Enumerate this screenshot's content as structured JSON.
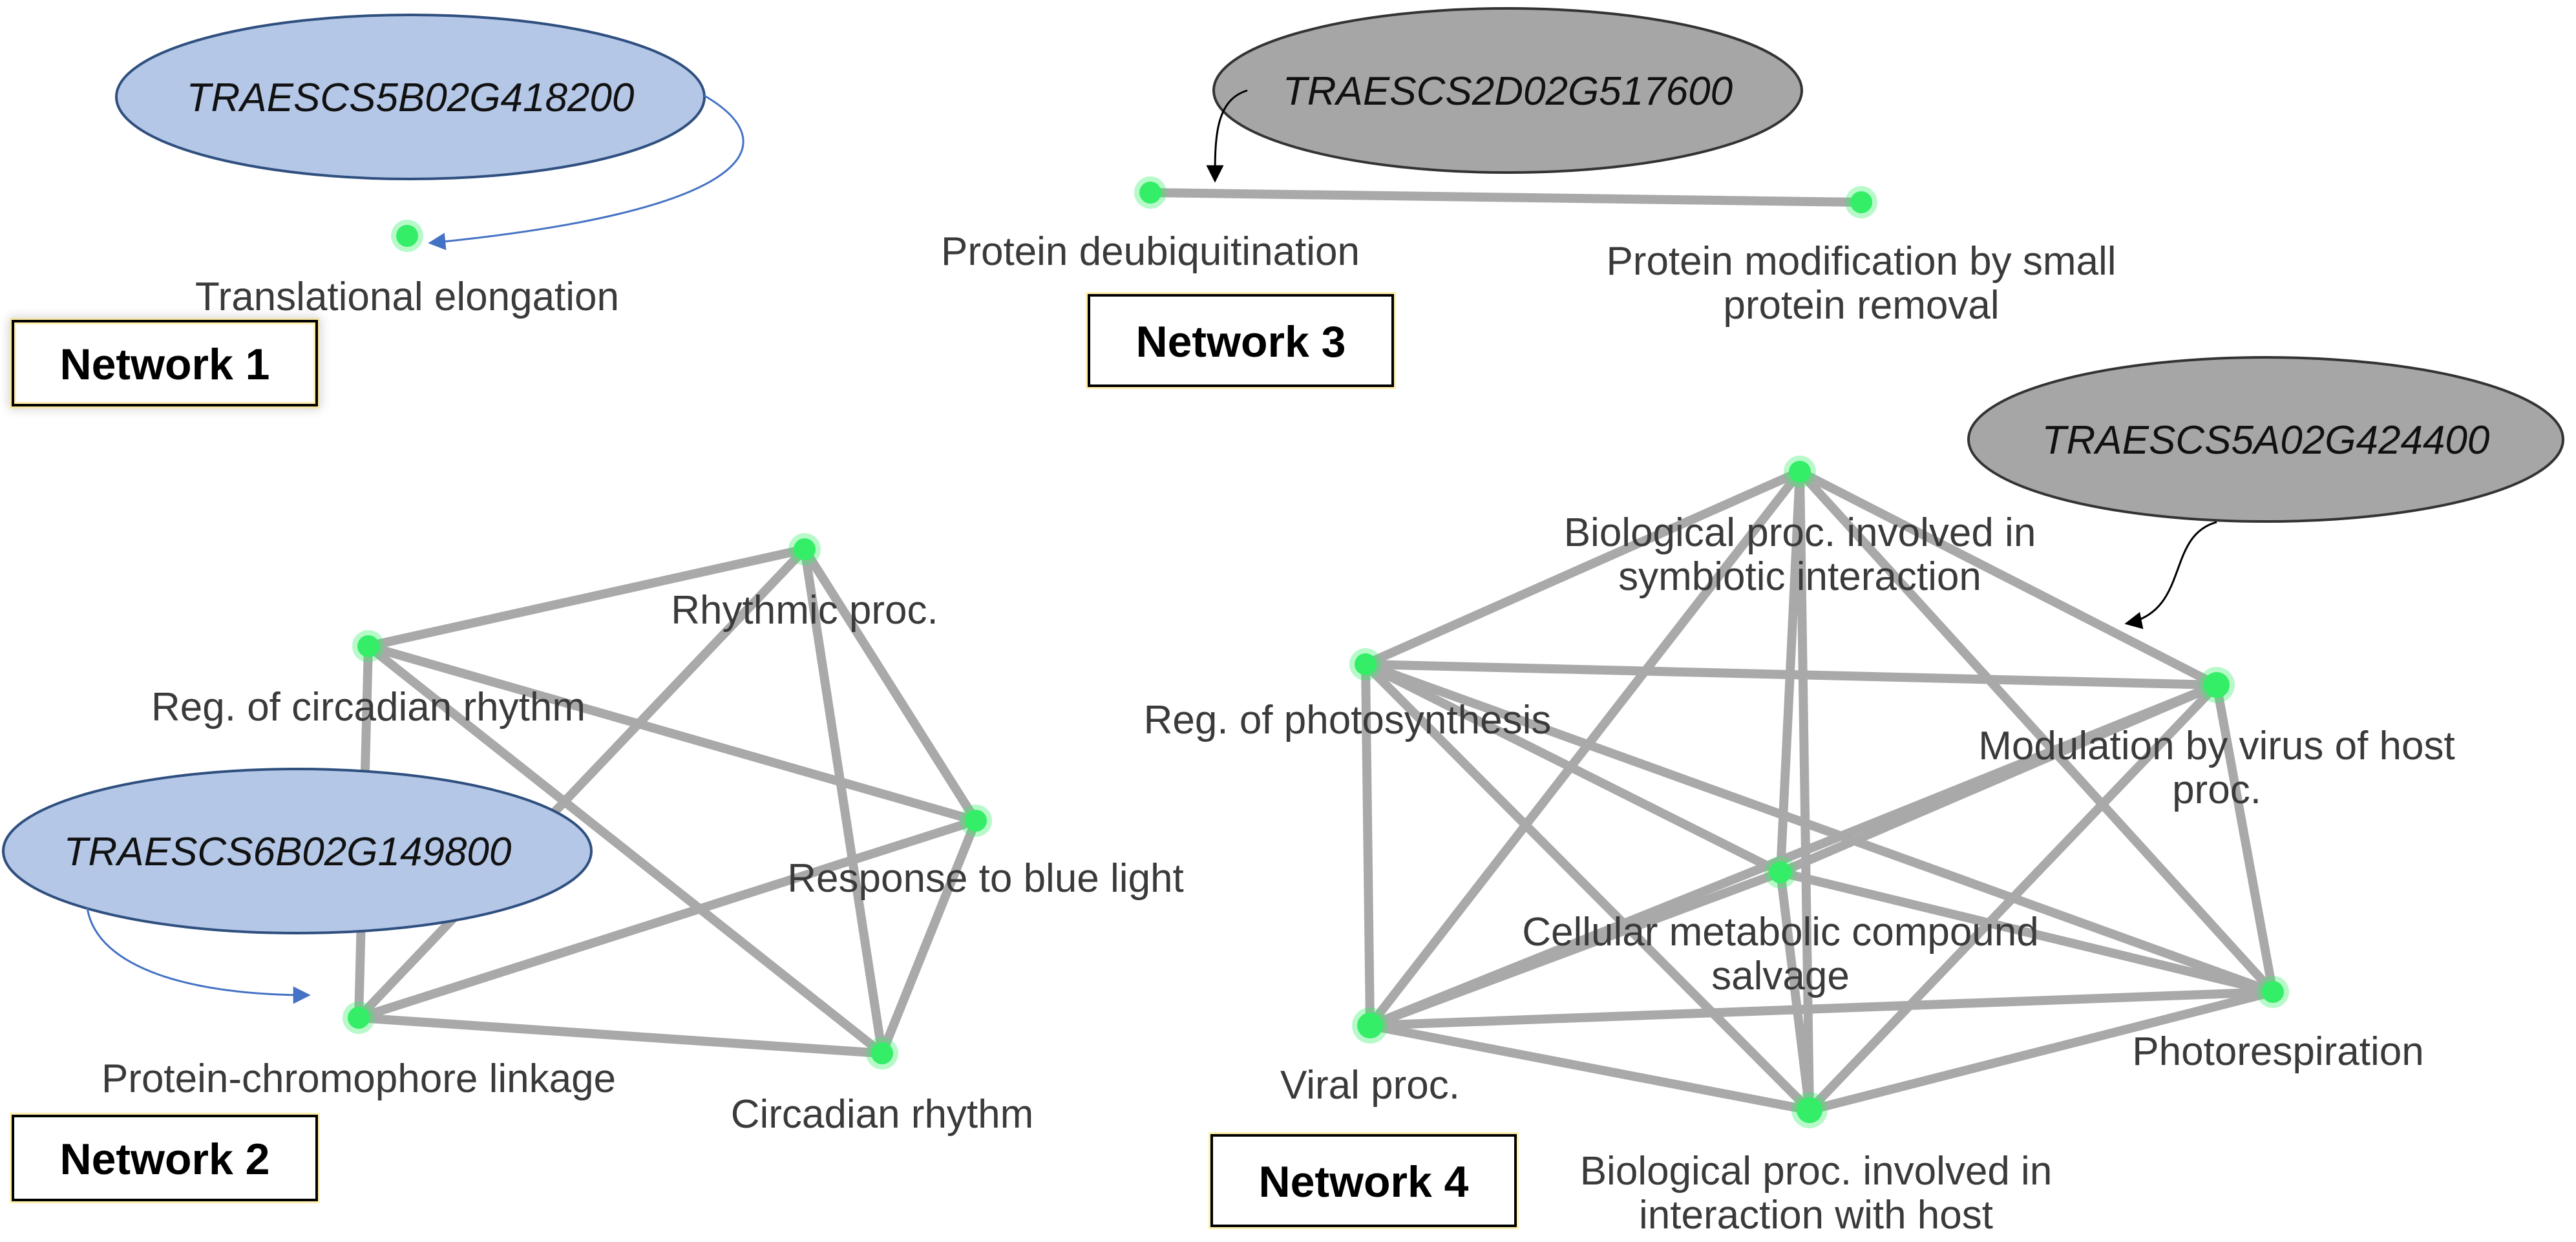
{
  "networks": [
    {
      "id": 1,
      "label": "Network 1",
      "gene": {
        "name": "TRAESCS5B02G418200",
        "color": "#b4c7e7"
      },
      "nodes": [
        {
          "id": "n1a",
          "text": [
            "Translational elongation"
          ]
        }
      ],
      "edges": []
    },
    {
      "id": 2,
      "label": "Network 2",
      "gene": {
        "name": "TRAESCS6B02G149800",
        "color": "#b4c7e7"
      },
      "nodes": [
        {
          "id": "n2a",
          "text": [
            "Rhythmic proc."
          ]
        },
        {
          "id": "n2b",
          "text": [
            "Reg. of circadian rhythm"
          ]
        },
        {
          "id": "n2c",
          "text": [
            "Response to blue light"
          ]
        },
        {
          "id": "n2d",
          "text": [
            "Protein-chromophore linkage"
          ]
        },
        {
          "id": "n2e",
          "text": [
            "Circadian rhythm"
          ]
        }
      ],
      "edges": [
        [
          "n2b",
          "n2a"
        ],
        [
          "n2b",
          "n2c"
        ],
        [
          "n2b",
          "n2d"
        ],
        [
          "n2b",
          "n2e"
        ],
        [
          "n2a",
          "n2c"
        ],
        [
          "n2a",
          "n2d"
        ],
        [
          "n2a",
          "n2e"
        ],
        [
          "n2c",
          "n2d"
        ],
        [
          "n2c",
          "n2e"
        ],
        [
          "n2d",
          "n2e"
        ]
      ]
    },
    {
      "id": 3,
      "label": "Network 3",
      "gene": {
        "name": "TRAESCS2D02G517600",
        "color": "#a6a6a6"
      },
      "nodes": [
        {
          "id": "n3a",
          "text": [
            "Protein deubiquitination"
          ]
        },
        {
          "id": "n3b",
          "text": [
            "Protein modification by small",
            "protein removal"
          ]
        }
      ],
      "edges": [
        [
          "n3a",
          "n3b"
        ]
      ]
    },
    {
      "id": 4,
      "label": "Network 4",
      "gene": {
        "name": "TRAESCS5A02G424400",
        "color": "#a6a6a6"
      },
      "nodes": [
        {
          "id": "n4a",
          "text": [
            "Biological proc. involved in",
            "symbiotic interaction"
          ]
        },
        {
          "id": "n4b",
          "text": [
            "Reg. of photosynthesis"
          ]
        },
        {
          "id": "n4c",
          "text": [
            "Modulation by virus of host",
            "proc."
          ]
        },
        {
          "id": "n4d",
          "text": [
            "Cellular metabolic compound",
            "salvage"
          ]
        },
        {
          "id": "n4e",
          "text": [
            "Viral proc."
          ]
        },
        {
          "id": "n4f",
          "text": [
            "Photorespiration"
          ]
        },
        {
          "id": "n4g",
          "text": [
            "Biological proc. involved in",
            "interaction with host"
          ]
        }
      ],
      "edges": [
        [
          "n4a",
          "n4b"
        ],
        [
          "n4a",
          "n4c"
        ],
        [
          "n4a",
          "n4d"
        ],
        [
          "n4a",
          "n4e"
        ],
        [
          "n4a",
          "n4f"
        ],
        [
          "n4a",
          "n4g"
        ],
        [
          "n4b",
          "n4c"
        ],
        [
          "n4b",
          "n4d"
        ],
        [
          "n4b",
          "n4e"
        ],
        [
          "n4b",
          "n4f"
        ],
        [
          "n4b",
          "n4g"
        ],
        [
          "n4c",
          "n4d"
        ],
        [
          "n4c",
          "n4e"
        ],
        [
          "n4c",
          "n4f"
        ],
        [
          "n4c",
          "n4g"
        ],
        [
          "n4d",
          "n4e"
        ],
        [
          "n4d",
          "n4f"
        ],
        [
          "n4d",
          "n4g"
        ],
        [
          "n4e",
          "n4f"
        ],
        [
          "n4e",
          "n4g"
        ],
        [
          "n4f",
          "n4g"
        ]
      ]
    }
  ]
}
